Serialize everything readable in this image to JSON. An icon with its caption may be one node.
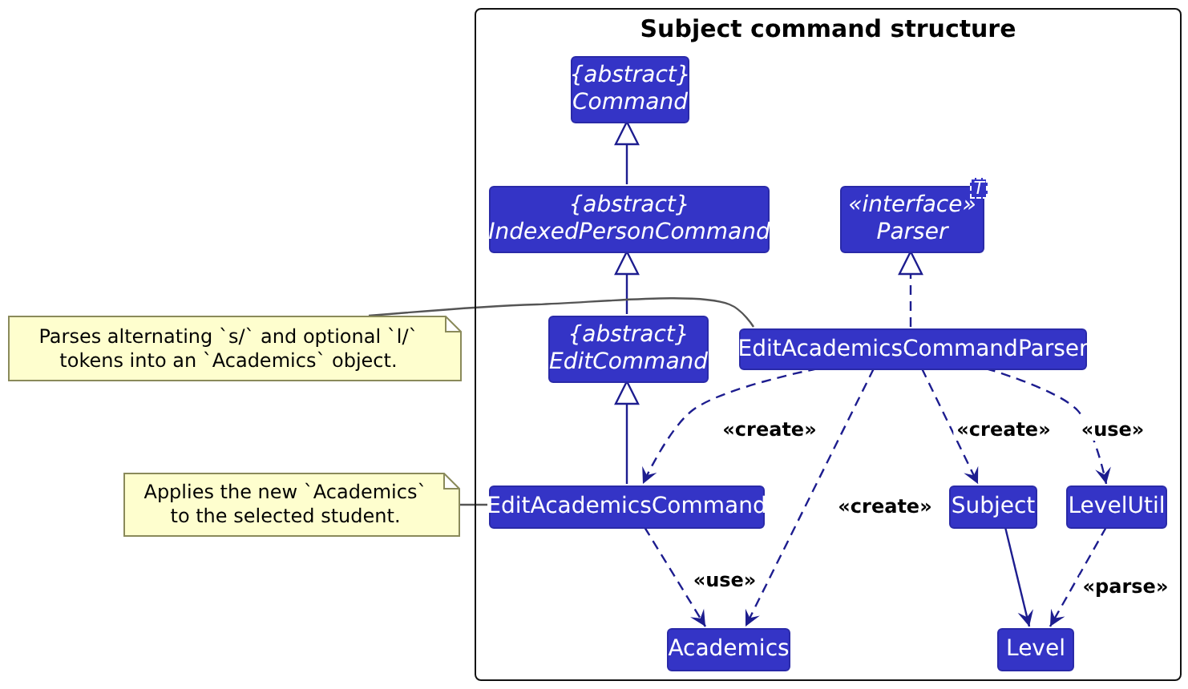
{
  "diagram": {
    "nodes": [
      {
        "text": [
          "Subject command structure"
        ]
      },
      {
        "text": [
          "{abstract}",
          "Command"
        ],
        "in": 0
      },
      {
        "text": [
          "{abstract}",
          "IndexedPersonCommand"
        ],
        "in": 0
      },
      {
        "text": [
          "«interface»",
          "Parser",
          "T"
        ],
        "in": 0
      },
      {
        "text": [
          "{abstract}",
          "EditCommand"
        ],
        "in": 0
      },
      {
        "text": [
          "EditAcademicsCommandParser"
        ],
        "in": 0
      },
      {
        "text": [
          "Parses alternating `s/` and optional `l/` tokens into an `Academics` object."
        ]
      },
      {
        "text": [
          "EditAcademicsCommand"
        ],
        "in": 0
      },
      {
        "text": [
          "Subject"
        ],
        "in": 0
      },
      {
        "text": [
          "LevelUtil"
        ],
        "in": 0
      },
      {
        "text": [
          "Applies the new `Academics` to the selected student."
        ]
      },
      {
        "text": [
          "Academics"
        ],
        "in": 0
      },
      {
        "text": [
          "Level"
        ],
        "in": 0
      }
    ],
    "edges": [
      {
        "from": 2,
        "to": 1,
        "arrow": "to"
      },
      {
        "from": 4,
        "to": 2,
        "arrow": "to"
      },
      {
        "from": 5,
        "to": 3,
        "arrow": "to",
        "style": "dashed"
      },
      {
        "from": 7,
        "to": 4,
        "arrow": "to"
      },
      {
        "from": 6,
        "to": 5,
        "arrow": "none"
      },
      {
        "from": 5,
        "to": 7,
        "arrow": "to",
        "style": "dashed",
        "label": "«create»"
      },
      {
        "from": 5,
        "to": 11,
        "arrow": "to",
        "style": "dashed",
        "label": "«create»"
      },
      {
        "from": 5,
        "to": 8,
        "arrow": "to",
        "style": "dashed",
        "label": "«create»"
      },
      {
        "from": 5,
        "to": 9,
        "arrow": "to",
        "style": "dashed",
        "label": "«use»"
      },
      {
        "from": 7,
        "to": 11,
        "arrow": "to",
        "style": "dashed",
        "label": "«use»"
      },
      {
        "from": 8,
        "to": 12,
        "arrow": "to"
      },
      {
        "from": 9,
        "to": 12,
        "arrow": "to",
        "style": "dashed",
        "label": "«parse»"
      },
      {
        "from": 10,
        "to": 7,
        "arrow": "none"
      }
    ]
  }
}
